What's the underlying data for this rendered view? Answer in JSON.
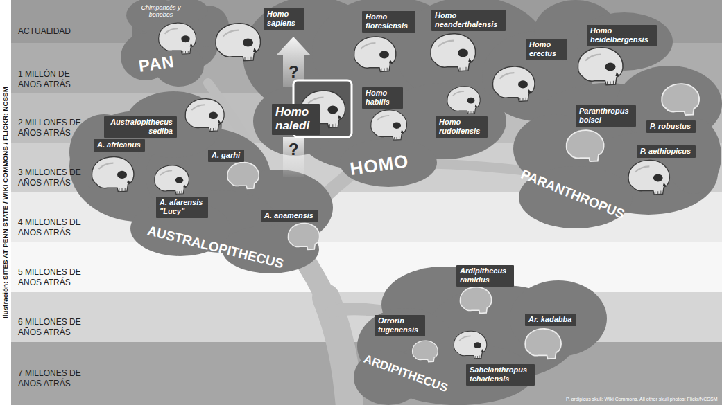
{
  "diagram": {
    "nodes": [
      {
        "text": [
          "ACTUALIDAD"
        ]
      },
      {
        "text": [
          "1 MILLÓN DE AÑOS ATRÁS"
        ]
      },
      {
        "text": [
          "2 MILLONES DE AÑOS ATRÁS"
        ]
      },
      {
        "text": [
          "3 MILLONES DE AÑOS ATRÁS"
        ]
      },
      {
        "text": [
          "4 MILLONES DE AÑOS ATRÁS"
        ]
      },
      {
        "text": [
          "5 MILLONES DE AÑOS ATRÁS"
        ]
      },
      {
        "text": [
          "6 MILLONES DE AÑOS ATRÁS"
        ]
      },
      {
        "text": [
          "7 MILLONES DE AÑOS ATRÁS"
        ]
      },
      {
        "text": [
          "Homo sapiens"
        ]
      },
      {
        "text": [
          "Homo floresiensis"
        ]
      },
      {
        "text": [
          "Homo neanderthalensis"
        ]
      },
      {
        "text": [
          "Homo heidelbergensis"
        ]
      },
      {
        "text": [
          "Homo erectus"
        ]
      },
      {
        "text": [
          "Homo habilis"
        ]
      },
      {
        "text": [
          "Homo naledi"
        ]
      },
      {
        "text": [
          "Paranthropus boisei"
        ]
      },
      {
        "text": [
          "Australopithecus sediba"
        ]
      },
      {
        "text": [
          "Homo rudolfensis"
        ]
      },
      {
        "text": [
          "P. robustus"
        ]
      },
      {
        "text": [
          "A. africanus"
        ]
      },
      {
        "text": [
          "P. aethiopicus"
        ]
      },
      {
        "text": [
          "A. garhi"
        ]
      },
      {
        "text": [
          "A. afarensis \"Lucy\""
        ]
      },
      {
        "text": [
          "A. anamensis"
        ]
      },
      {
        "text": [
          "Ardipithecus ramidus"
        ]
      },
      {
        "text": [
          "Ar. kadabba"
        ]
      },
      {
        "text": [
          "Orrorin tugenensis"
        ]
      },
      {
        "text": [
          "Sahelanthropus tchadensis"
        ]
      }
    ],
    "labels": [
      "Ilustración: SITES AT PENN STATE / WIKI COMMONS / FLICKR: NCSSM",
      "Chimpancés y bonobos",
      "PAN",
      "?",
      "?",
      "HOMO",
      "PARANTHROPUS",
      "AUSTRALOPITHECUS",
      "ARDIPITHECUS",
      "P. ardipicus skull: Wiki Commons. All other skull photos: Flickr/NCSSM"
    ]
  }
}
